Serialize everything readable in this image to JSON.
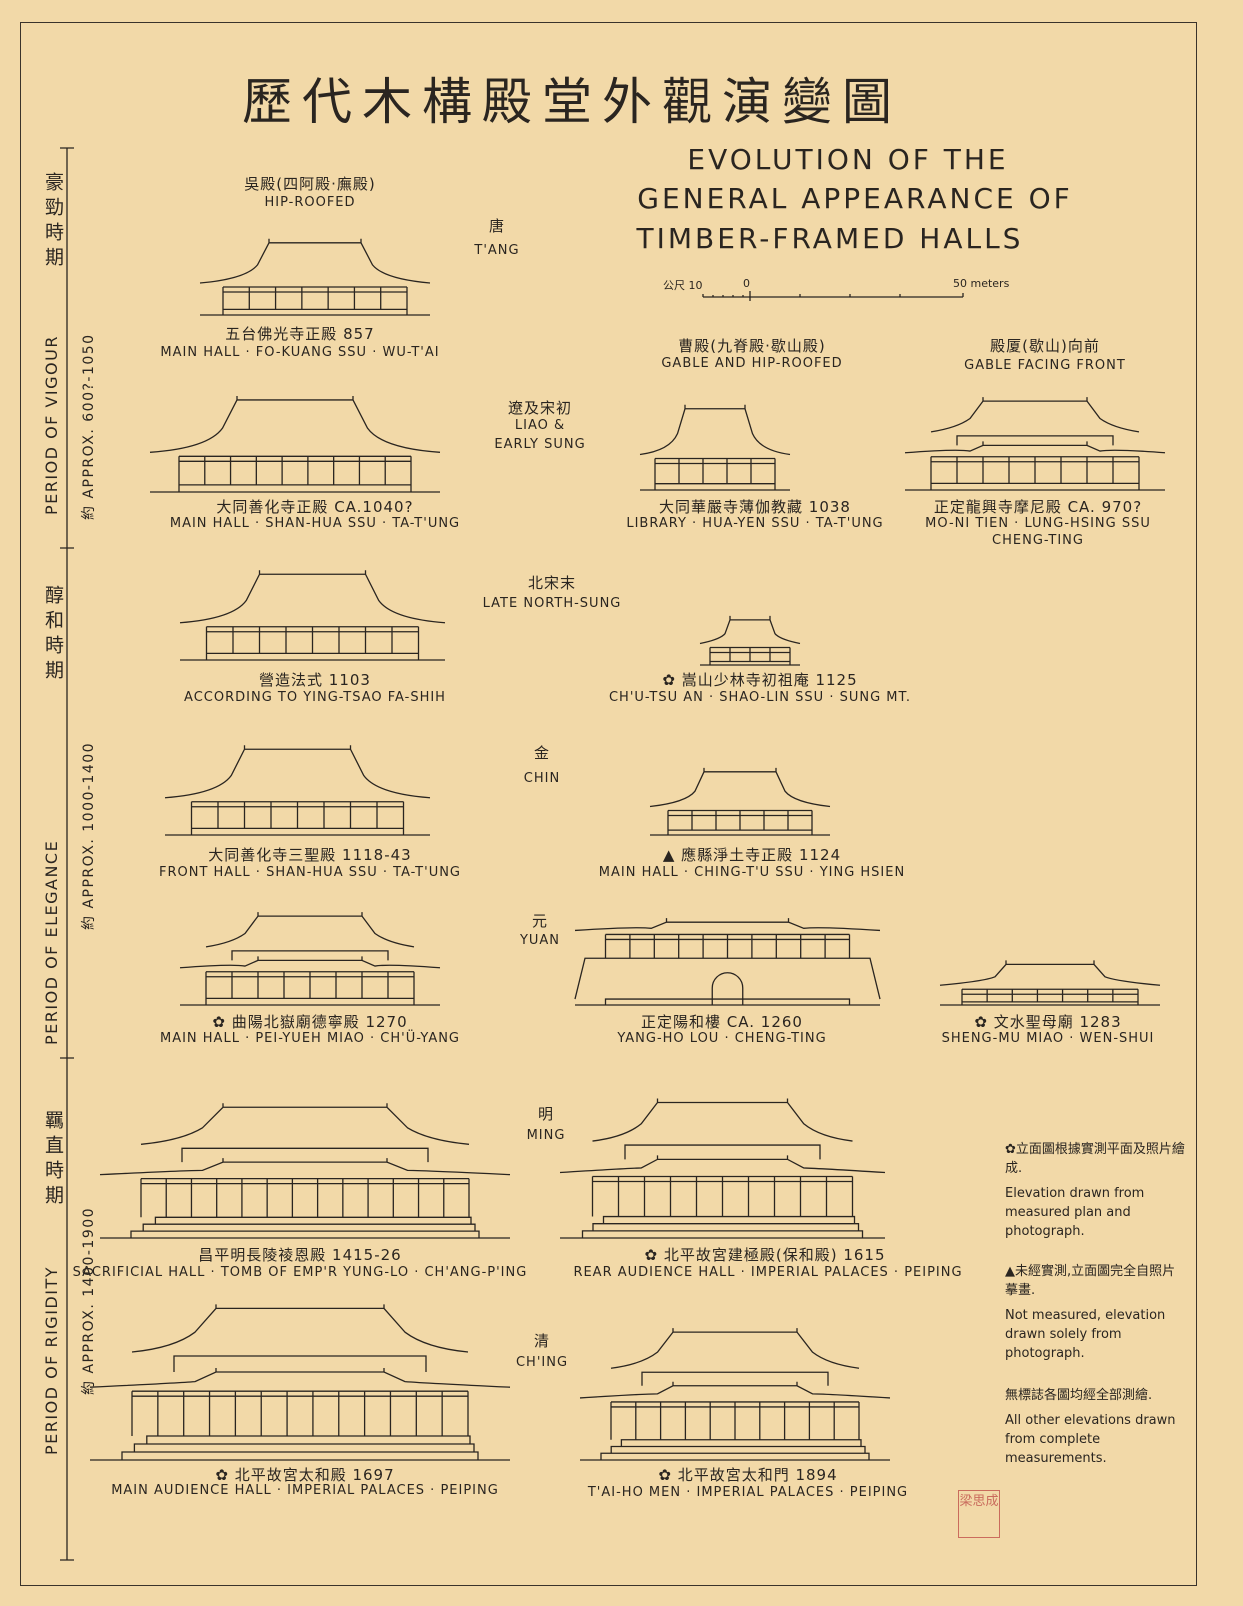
{
  "title_zh": "歷代木構殿堂外觀演變圖",
  "title_en": [
    "EVOLUTION OF THE",
    "GENERAL APPEARANCE OF",
    "TIMBER-FRAMED HALLS"
  ],
  "scale": {
    "left": "公尺 10",
    "zero": "0",
    "right": "50 meters"
  },
  "roof_types": [
    {
      "zh": "吳殿(四阿殿·廡殿)",
      "en": "HIP-ROOFED"
    },
    {
      "zh": "曹殿(九脊殿·歇山殿)",
      "en": "GABLE AND HIP-ROOFED"
    },
    {
      "zh": "殿厦(歇山)向前",
      "en": "GABLE FACING FRONT"
    }
  ],
  "periods": [
    {
      "zh": "豪勁時期",
      "en": "PERIOD OF VIGOUR",
      "approx": "約 APPROX. 600?-1050"
    },
    {
      "zh": "醇和時期",
      "en": "PERIOD OF ELEGANCE",
      "approx": "約 APPROX. 1000-1400"
    },
    {
      "zh": "羈直時期",
      "en": "PERIOD OF RIGIDITY",
      "approx": "約 APPROX. 1400-1900"
    }
  ],
  "dynasties": [
    {
      "zh": "唐",
      "en": "T'ANG"
    },
    {
      "zh": "遼及宋初",
      "en": "LIAO &",
      "en2": "EARLY SUNG"
    },
    {
      "zh": "北宋末",
      "en": "LATE NORTH-SUNG"
    },
    {
      "zh": "金",
      "en": "CHIN"
    },
    {
      "zh": "元",
      "en": "YUAN"
    },
    {
      "zh": "明",
      "en": "MING"
    },
    {
      "zh": "清",
      "en": "CH'ING"
    }
  ],
  "halls": [
    {
      "zh": "五台佛光寺正殿   857",
      "en": "MAIN HALL · FO-KUANG SSU · WU-T'AI"
    },
    {
      "zh": "大同善化寺正殿   CA.1040?",
      "en": "MAIN HALL · SHAN-HUA SSU · TA-T'UNG"
    },
    {
      "zh": "大同華嚴寺薄伽教藏 1038",
      "en": "LIBRARY · HUA-YEN SSU · TA-T'UNG"
    },
    {
      "zh": "正定龍興寺摩尼殿   CA. 970?",
      "en": "MO-NI TIEN · LUNG-HSING SSU",
      "en2": "CHENG-TING"
    },
    {
      "zh": "營造法式 1103",
      "en": "ACCORDING TO YING-TSAO FA-SHIH"
    },
    {
      "zh": "✿ 嵩山少林寺初祖庵   1125",
      "en": "CH'U-TSU AN · SHAO-LIN SSU · SUNG MT."
    },
    {
      "zh": "大同善化寺三聖殿   1118-43",
      "en": "FRONT HALL · SHAN-HUA SSU · TA-T'UNG"
    },
    {
      "zh": "▲ 應縣淨土寺正殿 1124",
      "en": "MAIN HALL · CHING-T'U SSU · YING HSIEN"
    },
    {
      "zh": "✿ 曲陽北嶽廟德寧殿   1270",
      "en": "MAIN HALL · PEI-YUEH MIAO · CH'Ü-YANG"
    },
    {
      "zh": "正定陽和樓   CA. 1260",
      "en": "YANG-HO LOU · CHENG-TING"
    },
    {
      "zh": "✿ 文水聖母廟   1283",
      "en": "SHENG-MU MIAO · WEN-SHUI"
    },
    {
      "zh": "昌平明長陵祾恩殿   1415-26",
      "en": "SACRIFICIAL HALL · TOMB OF EMP'R YUNG-LO · CH'ANG-P'ING"
    },
    {
      "zh": "✿ 北平故宮建極殿(保和殿) 1615",
      "en": "REAR AUDIENCE HALL · IMPERIAL PALACES · PEIPING"
    },
    {
      "zh": "✿ 北平故宮太和殿 1697",
      "en": "MAIN AUDIENCE HALL · IMPERIAL PALACES · PEIPING"
    },
    {
      "zh": "✿ 北平故宮太和門 1894",
      "en": "T'AI-HO MEN · IMPERIAL PALACES · PEIPING"
    }
  ],
  "notes": [
    {
      "zh": "✿立面圖根據實測平面及照片繪成.",
      "en": "Elevation drawn from measured plan and photograph."
    },
    {
      "zh": "▲未經實測,立面圖完全自照片摹畫.",
      "en": "Not measured, elevation drawn solely from photograph."
    },
    {
      "zh": "無標誌各圖均經全部測繪.",
      "en": "All other elevations drawn from complete measurements."
    }
  ],
  "seal": "梁思成"
}
